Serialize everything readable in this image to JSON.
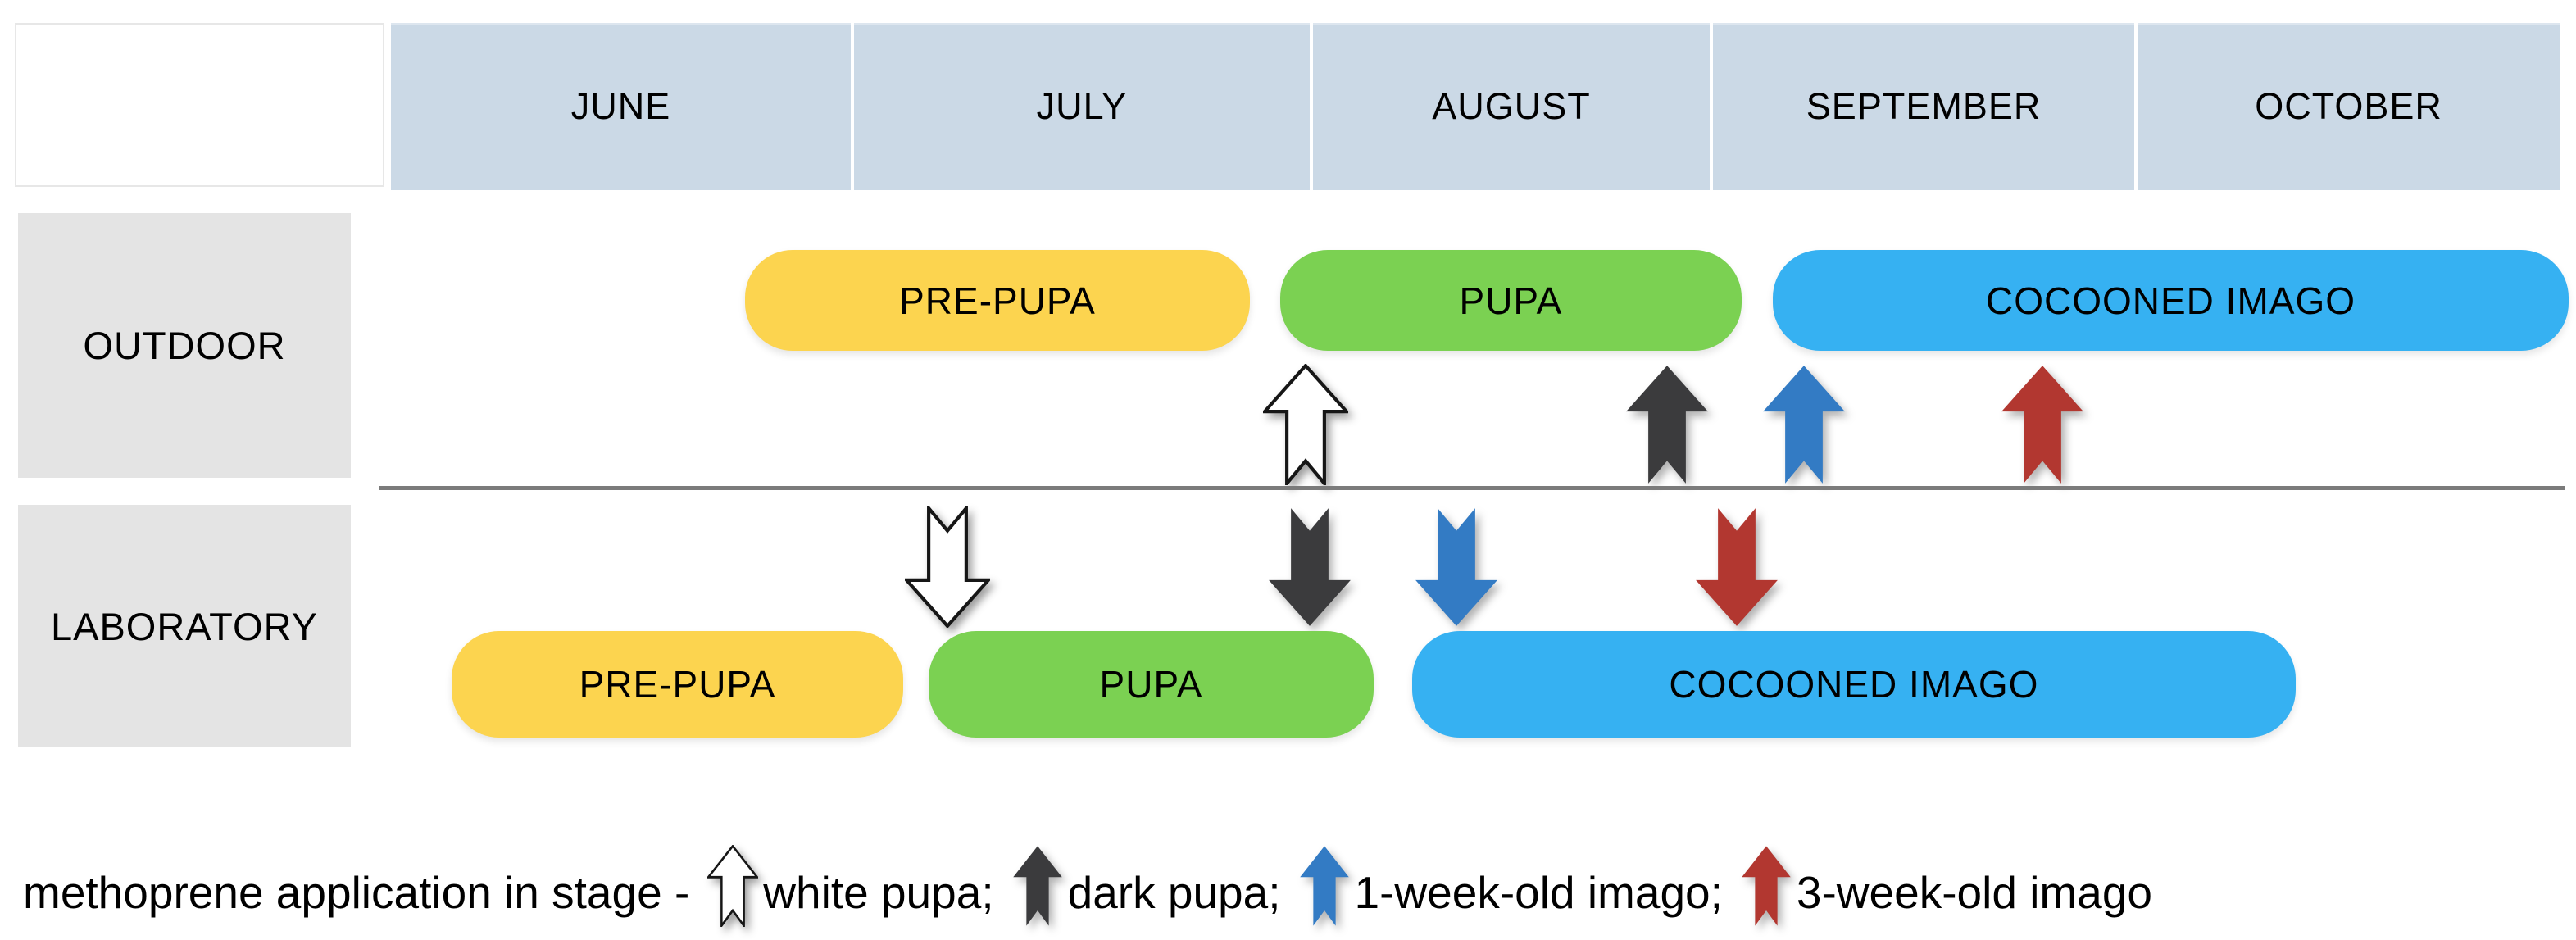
{
  "chart_data": {
    "type": "timeline",
    "axis_unit": "fraction of June-to-October span",
    "months": [
      "JUNE",
      "JULY",
      "AUGUST",
      "SEPTEMBER",
      "OCTOBER"
    ],
    "month_edges": [
      0,
      0.2132,
      0.4245,
      0.6087,
      0.8042,
      1
    ],
    "rows": [
      {
        "label": "OUTDOOR",
        "bars": [
          {
            "label": "PRE-PUPA",
            "color": "#fcd44f",
            "start": 0.1638,
            "end": 0.3962
          },
          {
            "label": "PUPA",
            "color": "#7bd152",
            "start": 0.4102,
            "end": 0.6226
          },
          {
            "label": "COCOONED IMAGO",
            "color": "#36b1f2",
            "start": 0.637,
            "end": 1.0034
          }
        ],
        "arrows": [
          {
            "stage": "white pupa",
            "direction": "up",
            "color": "#ffffff",
            "outline": true,
            "pos": 0.4219
          },
          {
            "stage": "dark pupa",
            "direction": "up",
            "color": "#3b3b3d",
            "outline": false,
            "pos": 0.5883
          },
          {
            "stage": "1-week-old imago",
            "direction": "up",
            "color": "#337bc4",
            "outline": false,
            "pos": 0.6513
          },
          {
            "stage": "3-week-old imago",
            "direction": "up",
            "color": "#b23730",
            "outline": false,
            "pos": 0.7611
          }
        ]
      },
      {
        "label": "LABORATORY",
        "bars": [
          {
            "label": "PRE-PUPA",
            "color": "#fcd44f",
            "start": 0.0287,
            "end": 0.2366
          },
          {
            "label": "PUPA",
            "color": "#7bd152",
            "start": 0.2483,
            "end": 0.4532
          },
          {
            "label": "COCOONED IMAGO",
            "color": "#36b1f2",
            "start": 0.4709,
            "end": 0.8777
          }
        ],
        "arrows": [
          {
            "stage": "white pupa",
            "direction": "down",
            "color": "#ffffff",
            "outline": true,
            "pos": 0.257
          },
          {
            "stage": "dark pupa",
            "direction": "down",
            "color": "#3b3b3d",
            "outline": false,
            "pos": 0.4238
          },
          {
            "stage": "1-week-old imago",
            "direction": "down",
            "color": "#337bc4",
            "outline": false,
            "pos": 0.4913
          },
          {
            "stage": "3-week-old imago",
            "direction": "down",
            "color": "#b23730",
            "outline": false,
            "pos": 0.6204
          }
        ]
      }
    ],
    "legend": {
      "prefix": "methoprene application in stage - ",
      "items": [
        {
          "label": "white pupa;",
          "color": "#ffffff",
          "outline": true
        },
        {
          "label": "dark pupa;",
          "color": "#3b3b3d",
          "outline": false
        },
        {
          "label": "1-week-old imago;",
          "color": "#337bc4",
          "outline": false
        },
        {
          "label": "3-week-old imago",
          "color": "#b23730",
          "outline": false
        }
      ]
    },
    "colors": {
      "header_bg": "#cbd9e6",
      "row_label_bg": "#e4e4e4",
      "divider": "#7b7b7b",
      "pre_pupa": "#fcd44f",
      "pupa": "#7bd152",
      "cocooned_imago": "#36b1f2"
    }
  }
}
